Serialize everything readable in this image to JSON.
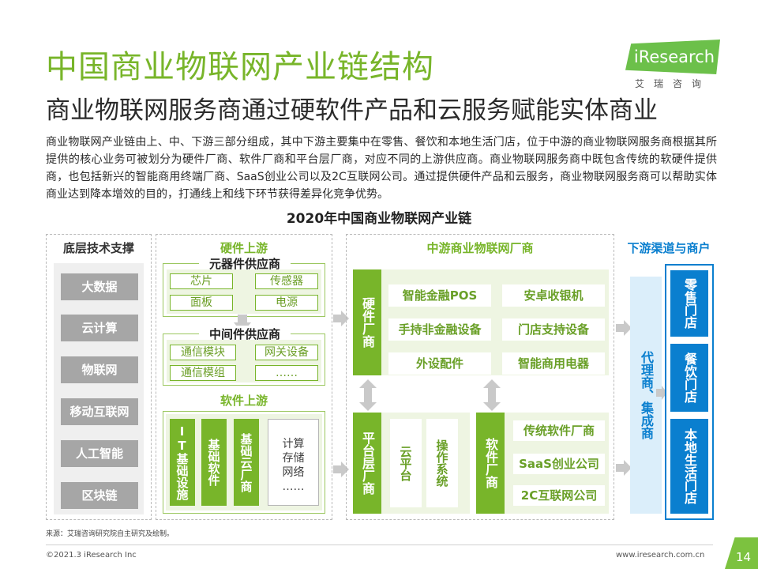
{
  "header": {
    "title": "中国商业物联网产业链结构",
    "subtitle": "商业物联网服务商通过硬软件产品和云服务赋能实体商业",
    "logo_text": "iResearch",
    "logo_cn": "艾瑞咨询"
  },
  "intro": "商业物联网产业链由上、中、下游三部分组成，其中下游主要集中在零售、餐饮和本地生活门店，位于中游的商业物联网服务商根据其所提供的核心业务可被划分为硬件厂商、软件厂商和平台层厂商，对应不同的上游供应商。商业物联网服务商中既包含传统的软硬件提供商，也包括新兴的智能商用终端厂商、SaaS创业公司以及2C互联网公司。通过提供硬件产品和云服务，商业物联网服务商可以帮助实体商业达到降本增效的目的，打通线上和线下环节获得差异化竞争优势。",
  "diagram": {
    "title": "2020年中国商业物联网产业链",
    "base_tech": {
      "heading": "底层技术支撑",
      "items": [
        "大数据",
        "云计算",
        "物联网",
        "移动互联网",
        "人工智能",
        "区块链"
      ]
    },
    "hardware_upstream": {
      "heading": "硬件上游",
      "components": {
        "label": "元器件供应商",
        "items": [
          "芯片",
          "传感器",
          "面板",
          "电源"
        ]
      },
      "intermediate": {
        "label": "中间件供应商",
        "items": [
          "通信模块",
          "网关设备",
          "通信模组",
          "……"
        ]
      }
    },
    "software_upstream": {
      "heading": "软件上游",
      "items": [
        "IT基础设施",
        "基础软件",
        "基础云厂商"
      ],
      "extra": [
        "计算",
        "存储",
        "网络",
        "……"
      ]
    },
    "midstream": {
      "heading": "中游商业物联网厂商",
      "hardware_vendor": {
        "label": "硬件厂商",
        "items": [
          "智能金融POS",
          "安卓收银机",
          "手持非金融设备",
          "门店支持设备",
          "外设配件",
          "智能商用电器"
        ]
      },
      "platform_vendor": {
        "label": "平台层厂商",
        "items": [
          "云平台",
          "操作系统"
        ]
      },
      "software_vendor": {
        "label": "软件厂商",
        "items": [
          "传统软件厂商",
          "SaaS创业公司",
          "2C互联网公司"
        ]
      }
    },
    "downstream": {
      "heading": "下游渠道与商户",
      "channel": "代理商、集成商",
      "stores": [
        "零售门店",
        "餐饮门店",
        "本地生活门店"
      ]
    },
    "colors": {
      "green": "#78b52a",
      "blue": "#0a7fcf",
      "gray": "#a6a6a6"
    }
  },
  "footer": {
    "source": "来源：艾瑞咨询研究院自主研究及绘制。",
    "copyright": "©2021.3 iResearch Inc",
    "url": "www.iresearch.com.cn",
    "page": "14"
  }
}
